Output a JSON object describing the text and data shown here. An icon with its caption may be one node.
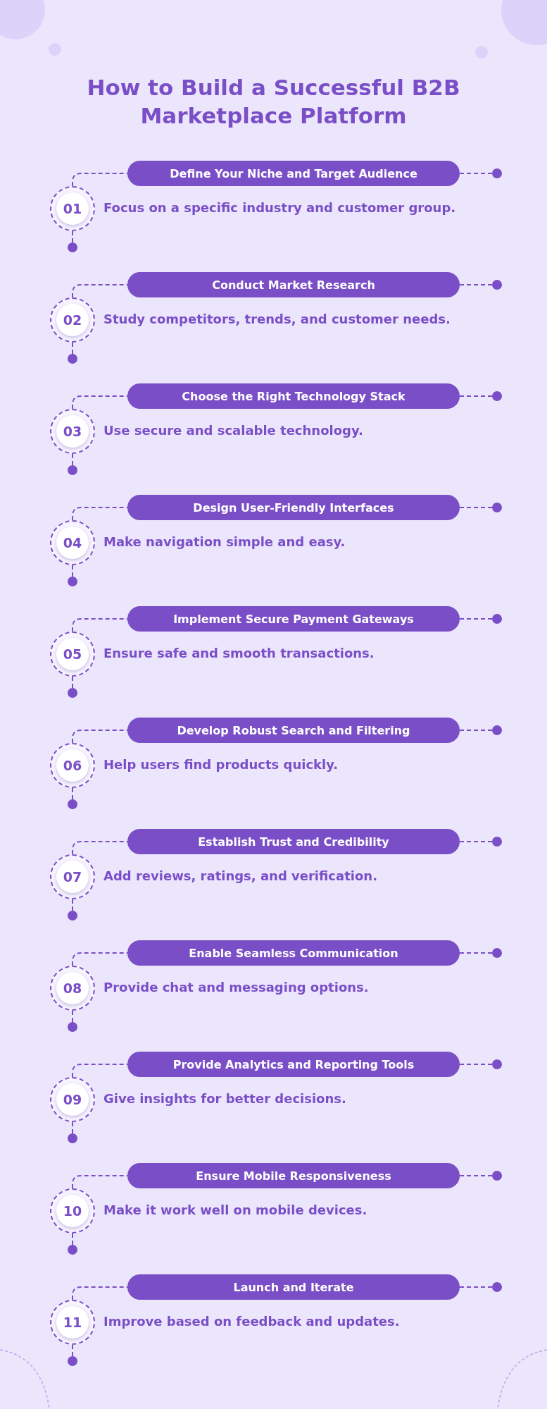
{
  "diagram": {
    "title": "How to Build a Successful B2B Marketplace Platform",
    "nodes": [
      {
        "text": [
          "Define Your Niche and Target Audience"
        ]
      },
      {
        "text": [],
        "shape": "circle"
      },
      {
        "text": [
          "01"
        ],
        "beside": [
          "Focus on a specific industry and customer group."
        ]
      },
      {
        "text": [],
        "shape": "circle"
      },
      {
        "text": [
          "Conduct Market Research"
        ]
      },
      {
        "text": [],
        "shape": "circle"
      },
      {
        "text": [
          "02"
        ],
        "beside": [
          "Study competitors, trends, and customer needs."
        ]
      },
      {
        "text": [],
        "shape": "circle"
      },
      {
        "text": [
          "Choose the Right Technology Stack"
        ]
      },
      {
        "text": [],
        "shape": "circle"
      },
      {
        "text": [
          "03"
        ],
        "beside": [
          "Use secure and scalable technology."
        ]
      },
      {
        "text": [],
        "shape": "circle"
      },
      {
        "text": [
          "Design User-Friendly Interfaces"
        ]
      },
      {
        "text": [],
        "shape": "circle"
      },
      {
        "text": [
          "04"
        ],
        "beside": [
          "Make navigation simple and easy."
        ]
      },
      {
        "text": [],
        "shape": "circle"
      },
      {
        "text": [
          "Implement Secure Payment Gateways"
        ]
      },
      {
        "text": [],
        "shape": "circle"
      },
      {
        "text": [
          "05"
        ],
        "beside": [
          "Ensure safe and smooth transactions."
        ]
      },
      {
        "text": [],
        "shape": "circle"
      },
      {
        "text": [
          "Develop Robust Search and Filtering"
        ]
      },
      {
        "text": [],
        "shape": "circle"
      },
      {
        "text": [
          "06"
        ],
        "beside": [
          "Help users find products quickly."
        ]
      },
      {
        "text": [],
        "shape": "circle"
      },
      {
        "text": [
          "Establish Trust and Credibility"
        ]
      },
      {
        "text": [],
        "shape": "circle"
      },
      {
        "text": [
          "07"
        ],
        "beside": [
          "Add reviews, ratings, and verification."
        ]
      },
      {
        "text": [],
        "shape": "circle"
      },
      {
        "text": [
          "Enable Seamless Communication"
        ]
      },
      {
        "text": [],
        "shape": "circle"
      },
      {
        "text": [
          "08"
        ],
        "beside": [
          "Provide chat and messaging options."
        ]
      },
      {
        "text": [],
        "shape": "circle"
      },
      {
        "text": [
          "Provide Analytics and Reporting Tools"
        ]
      },
      {
        "text": [],
        "shape": "circle"
      },
      {
        "text": [
          "09"
        ],
        "beside": [
          "Give insights for better decisions."
        ]
      },
      {
        "text": [],
        "shape": "circle"
      },
      {
        "text": [
          "Ensure Mobile Responsiveness"
        ]
      },
      {
        "text": [],
        "shape": "circle"
      },
      {
        "text": [
          "10"
        ],
        "beside": [
          "Make it work well on mobile devices."
        ]
      },
      {
        "text": [],
        "shape": "circle"
      },
      {
        "text": [
          "Launch and Iterate"
        ]
      },
      {
        "text": [],
        "shape": "circle"
      },
      {
        "text": [
          "11"
        ],
        "beside": [
          "Improve based on feedback and updates."
        ]
      },
      {
        "text": [],
        "shape": "circle"
      }
    ],
    "edges": [
      {
        "from": 2,
        "to": 0,
        "arrow": "none"
      },
      {
        "from": 0,
        "to": 1,
        "arrow": "none"
      },
      {
        "from": 2,
        "to": 3,
        "arrow": "none"
      },
      {
        "from": 6,
        "to": 4,
        "arrow": "none"
      },
      {
        "from": 4,
        "to": 5,
        "arrow": "none"
      },
      {
        "from": 6,
        "to": 7,
        "arrow": "none"
      },
      {
        "from": 10,
        "to": 8,
        "arrow": "none"
      },
      {
        "from": 8,
        "to": 9,
        "arrow": "none"
      },
      {
        "from": 10,
        "to": 11,
        "arrow": "none"
      },
      {
        "from": 14,
        "to": 12,
        "arrow": "none"
      },
      {
        "from": 12,
        "to": 13,
        "arrow": "none"
      },
      {
        "from": 14,
        "to": 15,
        "arrow": "none"
      },
      {
        "from": 18,
        "to": 16,
        "arrow": "none"
      },
      {
        "from": 16,
        "to": 17,
        "arrow": "none"
      },
      {
        "from": 18,
        "to": 19,
        "arrow": "none"
      },
      {
        "from": 22,
        "to": 20,
        "arrow": "none"
      },
      {
        "from": 20,
        "to": 21,
        "arrow": "none"
      },
      {
        "from": 22,
        "to": 23,
        "arrow": "none"
      },
      {
        "from": 26,
        "to": 24,
        "arrow": "none"
      },
      {
        "from": 24,
        "to": 25,
        "arrow": "none"
      },
      {
        "from": 26,
        "to": 27,
        "arrow": "none"
      },
      {
        "from": 30,
        "to": 28,
        "arrow": "none"
      },
      {
        "from": 28,
        "to": 29,
        "arrow": "none"
      },
      {
        "from": 30,
        "to": 31,
        "arrow": "none"
      },
      {
        "from": 34,
        "to": 32,
        "arrow": "none"
      },
      {
        "from": 32,
        "to": 33,
        "arrow": "none"
      },
      {
        "from": 34,
        "to": 35,
        "arrow": "none"
      },
      {
        "from": 38,
        "to": 36,
        "arrow": "none"
      },
      {
        "from": 36,
        "to": 37,
        "arrow": "none"
      },
      {
        "from": 38,
        "to": 39,
        "arrow": "none"
      },
      {
        "from": 42,
        "to": 40,
        "arrow": "none"
      },
      {
        "from": 40,
        "to": 41,
        "arrow": "none"
      },
      {
        "from": 42,
        "to": 43,
        "arrow": "none"
      }
    ]
  }
}
